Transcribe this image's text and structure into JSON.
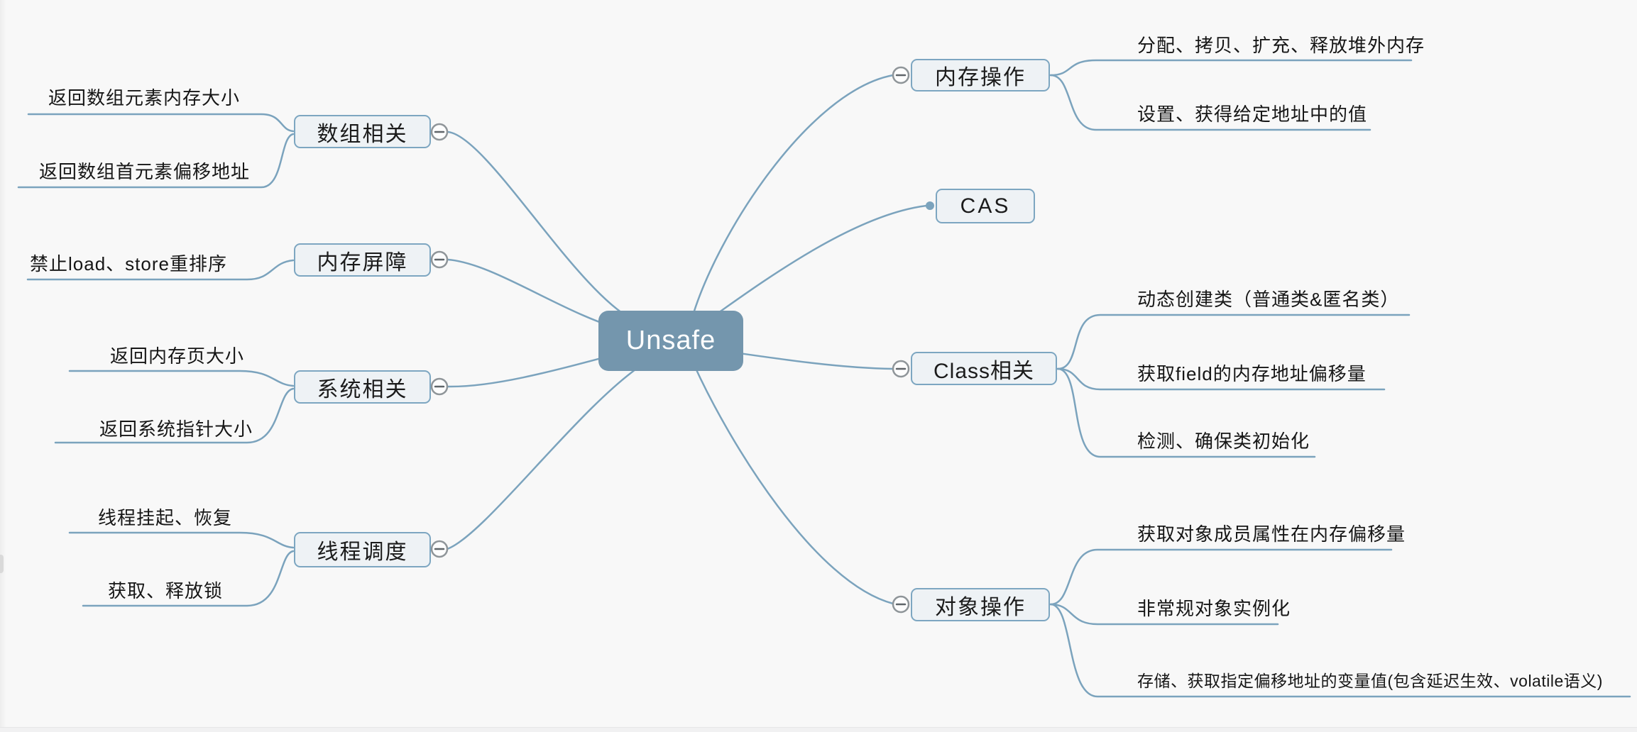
{
  "root": {
    "label": "Unsafe"
  },
  "colors": {
    "background": "#f8f8f8",
    "line": "#7ba3bd",
    "root_fill": "#7496ad",
    "node_fill": "#eef2f5",
    "node_border": "#7da6c1",
    "text": "#161616"
  },
  "branches": [
    {
      "id": "array",
      "label": "数组相关",
      "side": "left",
      "children": [
        "返回数组元素内存大小",
        "返回数组首元素偏移地址"
      ]
    },
    {
      "id": "membarrier",
      "label": "内存屏障",
      "side": "left",
      "children": [
        "禁止load、store重排序"
      ]
    },
    {
      "id": "system",
      "label": "系统相关",
      "side": "left",
      "children": [
        "返回内存页大小",
        "返回系统指针大小"
      ]
    },
    {
      "id": "thread",
      "label": "线程调度",
      "side": "left",
      "children": [
        "线程挂起、恢复",
        "获取、释放锁"
      ]
    },
    {
      "id": "memory",
      "label": "内存操作",
      "side": "right",
      "children": [
        "分配、拷贝、扩充、释放堆外内存",
        "设置、获得给定地址中的值"
      ]
    },
    {
      "id": "cas",
      "label": "CAS",
      "side": "right",
      "children": []
    },
    {
      "id": "class",
      "label": "Class相关",
      "side": "right",
      "children": [
        "动态创建类（普通类&匿名类）",
        "获取field的内存地址偏移量",
        "检测、确保类初始化"
      ]
    },
    {
      "id": "object",
      "label": "对象操作",
      "side": "right",
      "children": [
        "获取对象成员属性在内存偏移量",
        "非常规对象实例化",
        "存储、获取指定偏移地址的变量值(包含延迟生效、volatile语义)"
      ]
    }
  ]
}
